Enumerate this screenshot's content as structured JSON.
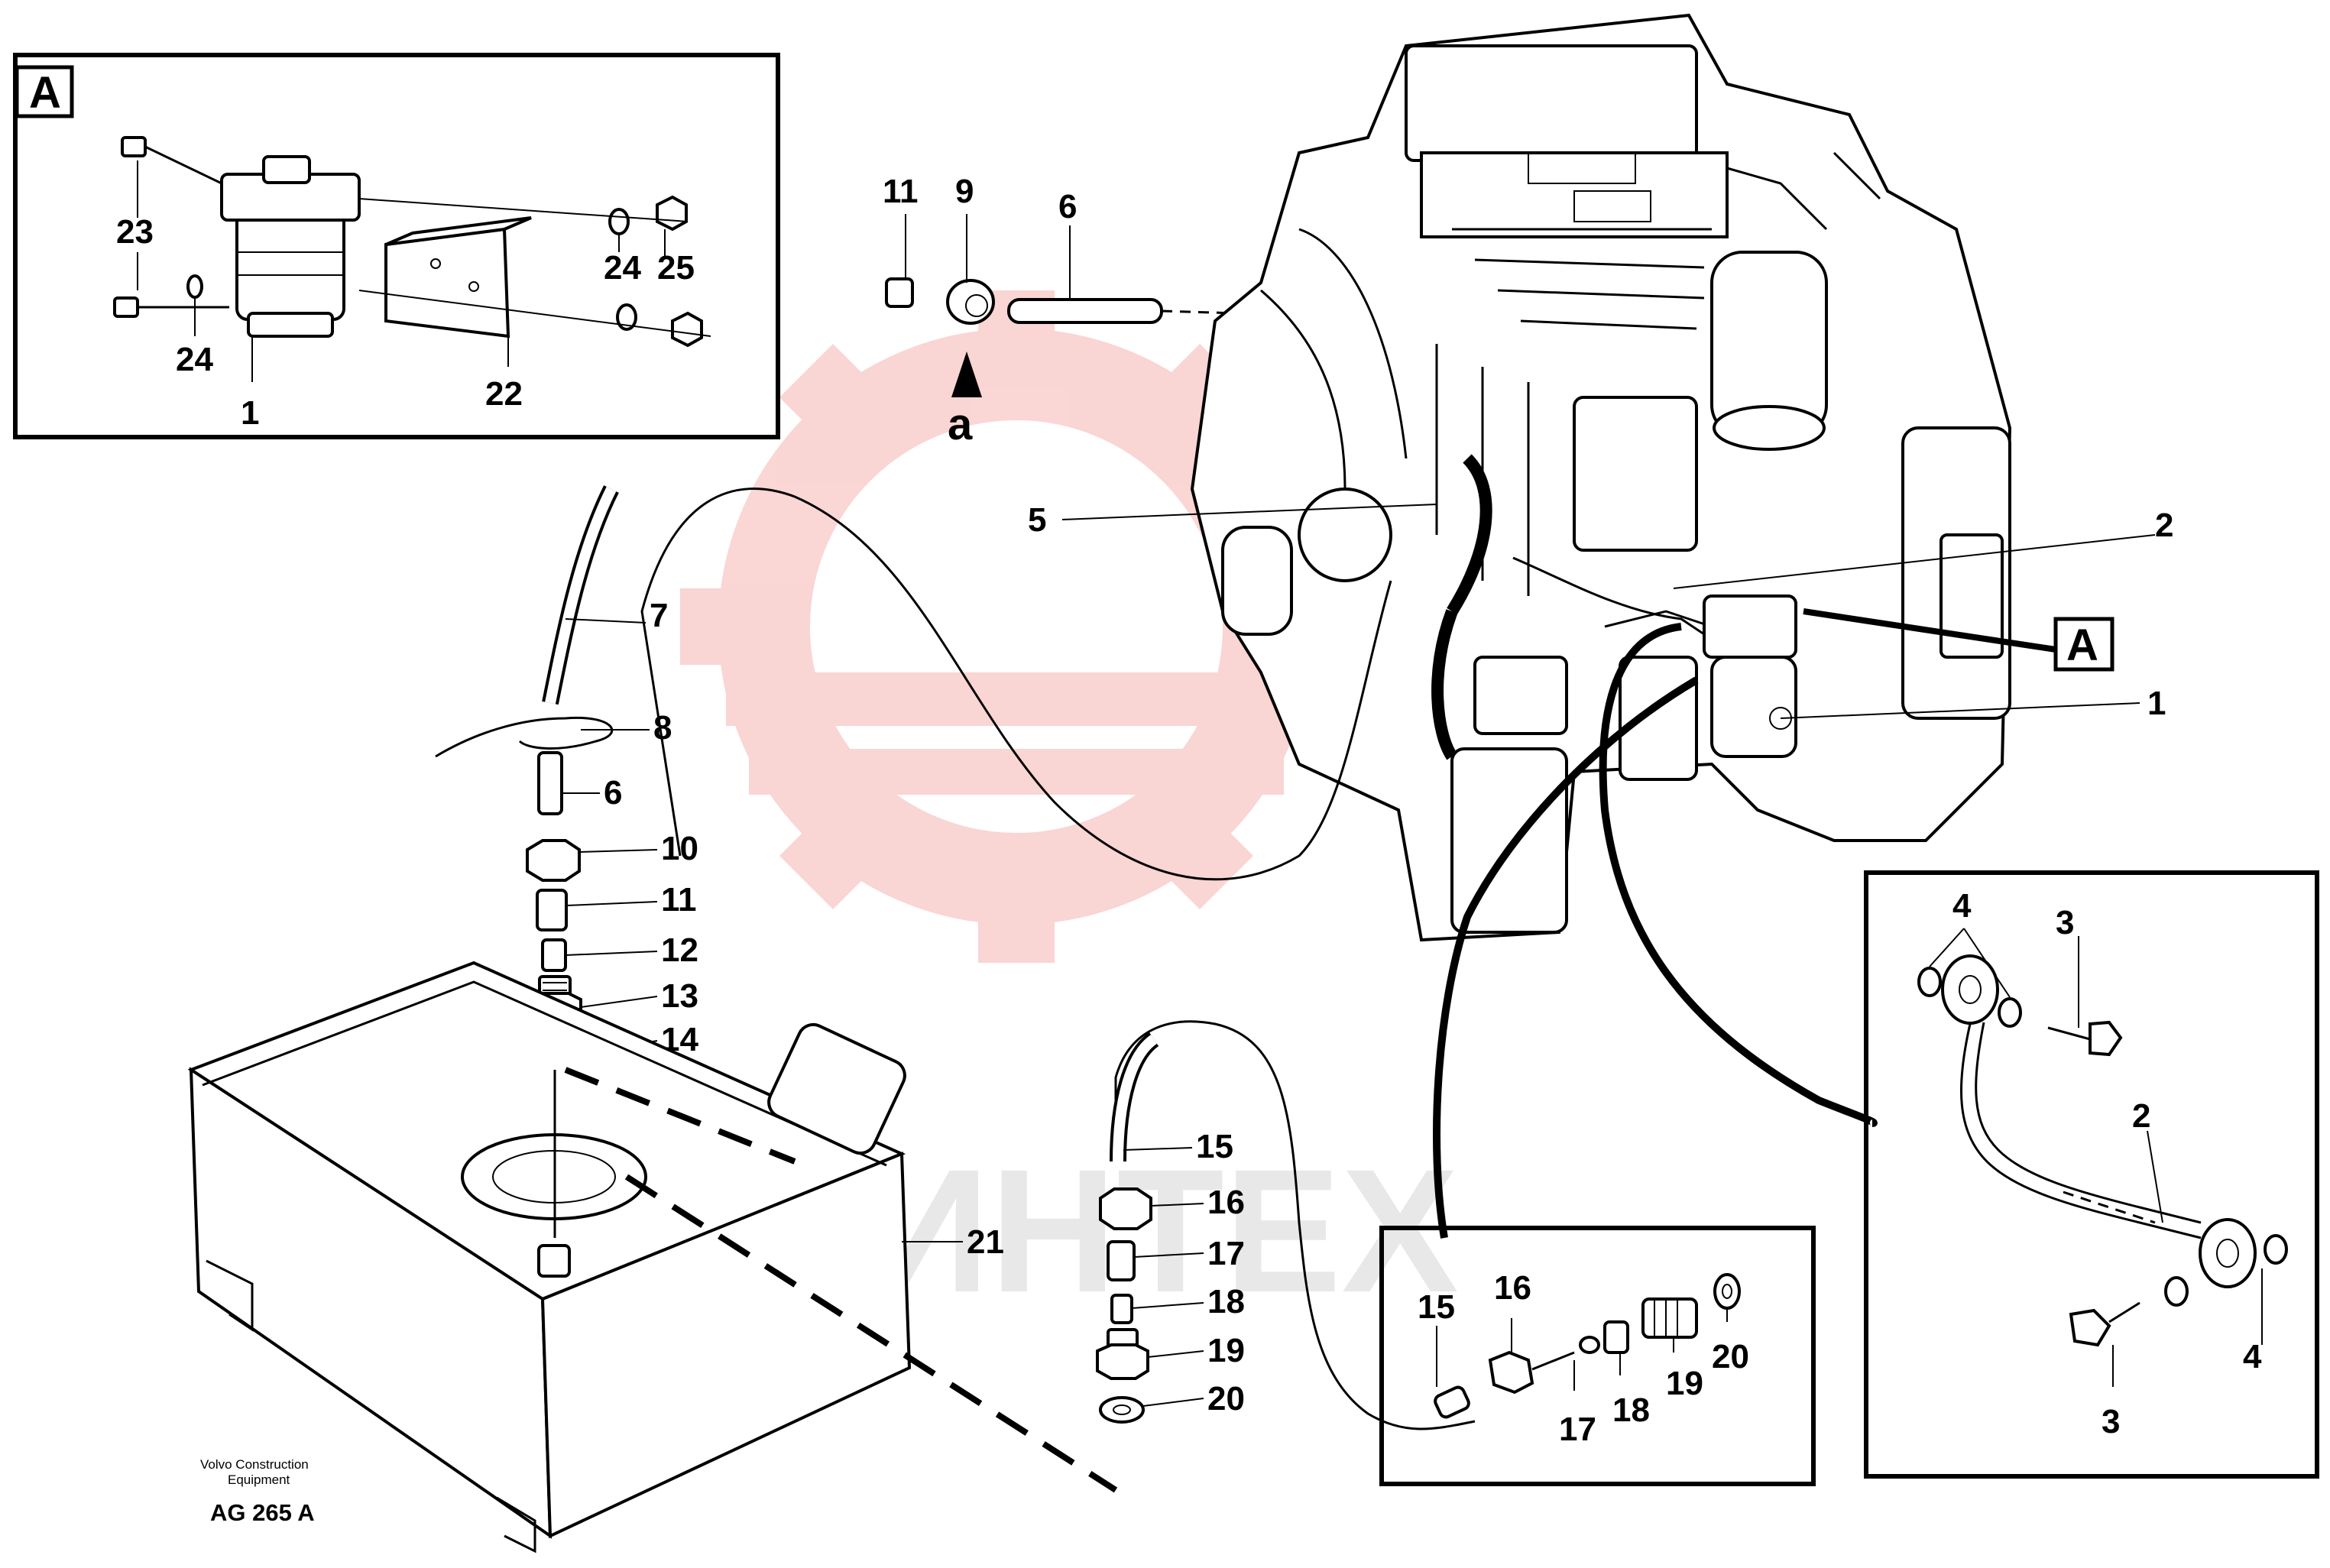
{
  "callouts": [
    {
      "id": "c-detA-23",
      "label": "23"
    },
    {
      "id": "c-detA-24a",
      "label": "24"
    },
    {
      "id": "c-detA-25",
      "label": "25"
    },
    {
      "id": "c-detA-24b",
      "label": "24"
    },
    {
      "id": "c-detA-1",
      "label": "1"
    },
    {
      "id": "c-detA-22",
      "label": "22"
    },
    {
      "id": "c-top-11",
      "label": "11"
    },
    {
      "id": "c-top-9",
      "label": "9"
    },
    {
      "id": "c-top-6",
      "label": "6"
    },
    {
      "id": "c-main-5",
      "label": "5"
    },
    {
      "id": "c-main-2",
      "label": "2"
    },
    {
      "id": "c-main-1",
      "label": "1"
    },
    {
      "id": "c-main-7",
      "label": "7"
    },
    {
      "id": "c-main-8",
      "label": "8"
    },
    {
      "id": "c-main-6",
      "label": "6"
    },
    {
      "id": "c-main-10",
      "label": "10"
    },
    {
      "id": "c-main-11",
      "label": "11"
    },
    {
      "id": "c-main-12",
      "label": "12"
    },
    {
      "id": "c-main-13",
      "label": "13"
    },
    {
      "id": "c-main-14",
      "label": "14"
    },
    {
      "id": "c-main-21",
      "label": "21"
    },
    {
      "id": "c-ret-15",
      "label": "15"
    },
    {
      "id": "c-ret-16",
      "label": "16"
    },
    {
      "id": "c-ret-17",
      "label": "17"
    },
    {
      "id": "c-ret-18",
      "label": "18"
    },
    {
      "id": "c-ret-19",
      "label": "19"
    },
    {
      "id": "c-ret-20",
      "label": "20"
    },
    {
      "id": "c-det2-15",
      "label": "15"
    },
    {
      "id": "c-det2-16",
      "label": "16"
    },
    {
      "id": "c-det2-17",
      "label": "17"
    },
    {
      "id": "c-det2-18",
      "label": "18"
    },
    {
      "id": "c-det2-19",
      "label": "19"
    },
    {
      "id": "c-det2-20",
      "label": "20"
    },
    {
      "id": "c-det3-4a",
      "label": "4"
    },
    {
      "id": "c-det3-3a",
      "label": "3"
    },
    {
      "id": "c-det3-2",
      "label": "2"
    },
    {
      "id": "c-det3-4b",
      "label": "4"
    },
    {
      "id": "c-det3-3b",
      "label": "3"
    }
  ],
  "markers": {
    "detail_a_label": "A",
    "engine_a_label": "A",
    "view_letter": "a"
  },
  "footer": {
    "credit_line1": "Volvo Construction",
    "credit_line2": "Equipment",
    "code": "AG 265 A"
  },
  "watermark": {
    "text": "ИНТЕХ",
    "color": "#e8463c"
  }
}
